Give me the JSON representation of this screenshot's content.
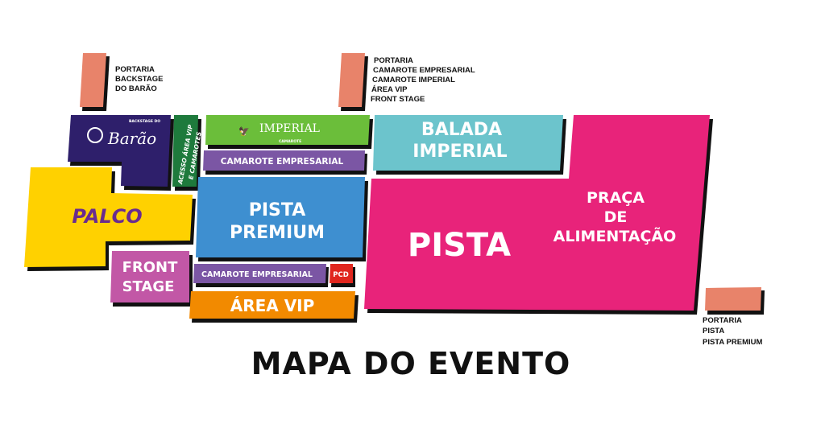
{
  "title": "MAPA DO EVENTO",
  "colors": {
    "portaria": "#E8836A",
    "backstage": "#2E1F6B",
    "acesso": "#1E7A3C",
    "imperial": "#6BBE3A",
    "camarote": "#7B56A4",
    "balada": "#6CC4CC",
    "palco": "#FFD100",
    "front_stage": "#C257A6",
    "pista_premium": "#3E8FD0",
    "pcd": "#E0261E",
    "area_vip": "#F28A00",
    "pista": "#E8237A"
  },
  "gates": [
    {
      "lines": [
        "PORTARIA",
        "BACKSTAGE",
        "DO BARÃO"
      ]
    },
    {
      "lines": [
        "PORTARIA",
        "CAMAROTE EMPRESARIAL",
        "CAMAROTE IMPERIAL",
        "ÁREA VIP",
        "FRONT STAGE"
      ]
    },
    {
      "lines": [
        "PORTARIA",
        "PISTA",
        "PISTA PREMIUM"
      ]
    }
  ],
  "zones": {
    "backstage": {
      "small": "BACKSTAGE DO",
      "name": "Barão"
    },
    "acesso": {
      "line1": "ACESSO ÁREA VIP",
      "line2": "E CAMAROTES"
    },
    "imperial": {
      "name": "IMPERIAL",
      "sub": "CAMAROTE"
    },
    "camarote_top": "CAMAROTE EMPRESARIAL",
    "balada": {
      "line1": "BALADA",
      "line2": "IMPERIAL"
    },
    "palco": "PALCO",
    "front_stage": {
      "line1": "FRONT",
      "line2": "STAGE"
    },
    "pista_premium": {
      "line1": "PISTA",
      "line2": "PREMIUM"
    },
    "camarote_bottom": "CAMAROTE EMPRESARIAL",
    "pcd": "PCD",
    "area_vip": "ÁREA VIP",
    "pista": "PISTA",
    "praca": {
      "line1": "PRAÇA",
      "line2": "DE",
      "line3": "ALIMENTAÇÃO"
    }
  }
}
